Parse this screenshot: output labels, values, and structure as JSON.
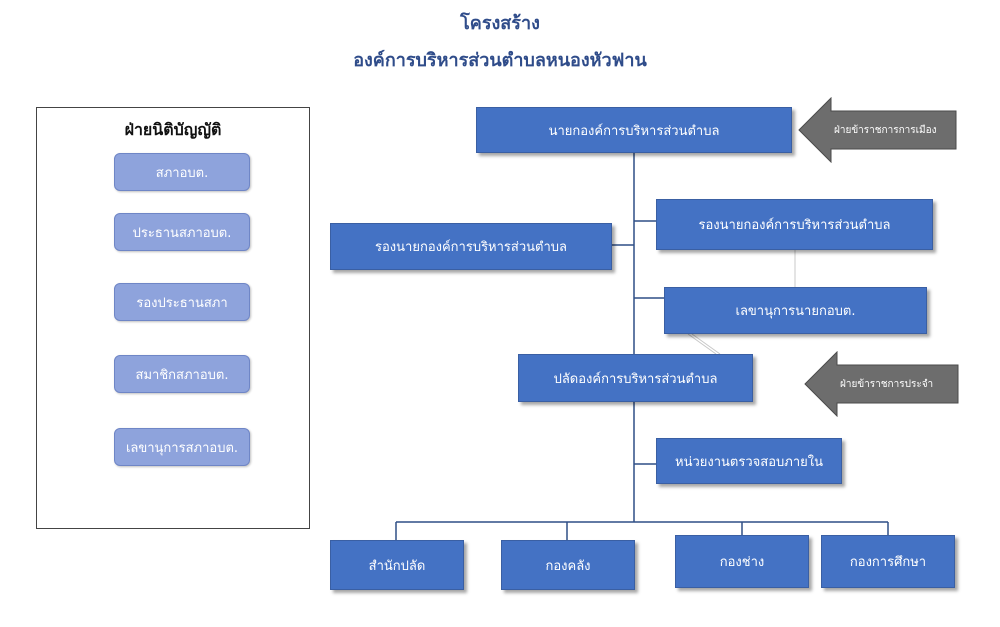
{
  "title": {
    "line1": "โครงสร้าง",
    "line2": "องค์การบริหารส่วนตำบลหนองหัวฟาน"
  },
  "legislative": {
    "heading": "ฝ่ายนิติบัญญัติ",
    "boxes": [
      "สภาอบต.",
      "ประธานสภาอบต.",
      "รองประธานสภา",
      "สมาชิกสภาอบต.",
      "เลขานุการสภาอบต."
    ]
  },
  "executive": {
    "mayor": "นายกองค์การบริหารส่วนตำบล",
    "deputy_left": "รองนายกองค์การบริหารส่วนตำบล",
    "deputy_right": "รองนายกองค์การบริหารส่วนตำบล",
    "secretary": "เลขานุการนายกอบต.",
    "chief": "ปลัดองค์การบริหารส่วนตำบล",
    "audit": "หน่วยงานตรวจสอบภายใน",
    "departments": [
      "สำนักปลัด",
      "กองคลัง",
      "กองช่าง",
      "กองการศึกษา"
    ]
  },
  "arrows": {
    "political": "ฝ่ายข้าราชการการเมือง",
    "permanent": "ฝ่ายข้าราชการประจำ"
  },
  "colors": {
    "box_dark": "#4472c4",
    "box_light": "#8ea3dc",
    "arrow_fill": "#6d6d6d",
    "title": "#2f4c8a"
  }
}
